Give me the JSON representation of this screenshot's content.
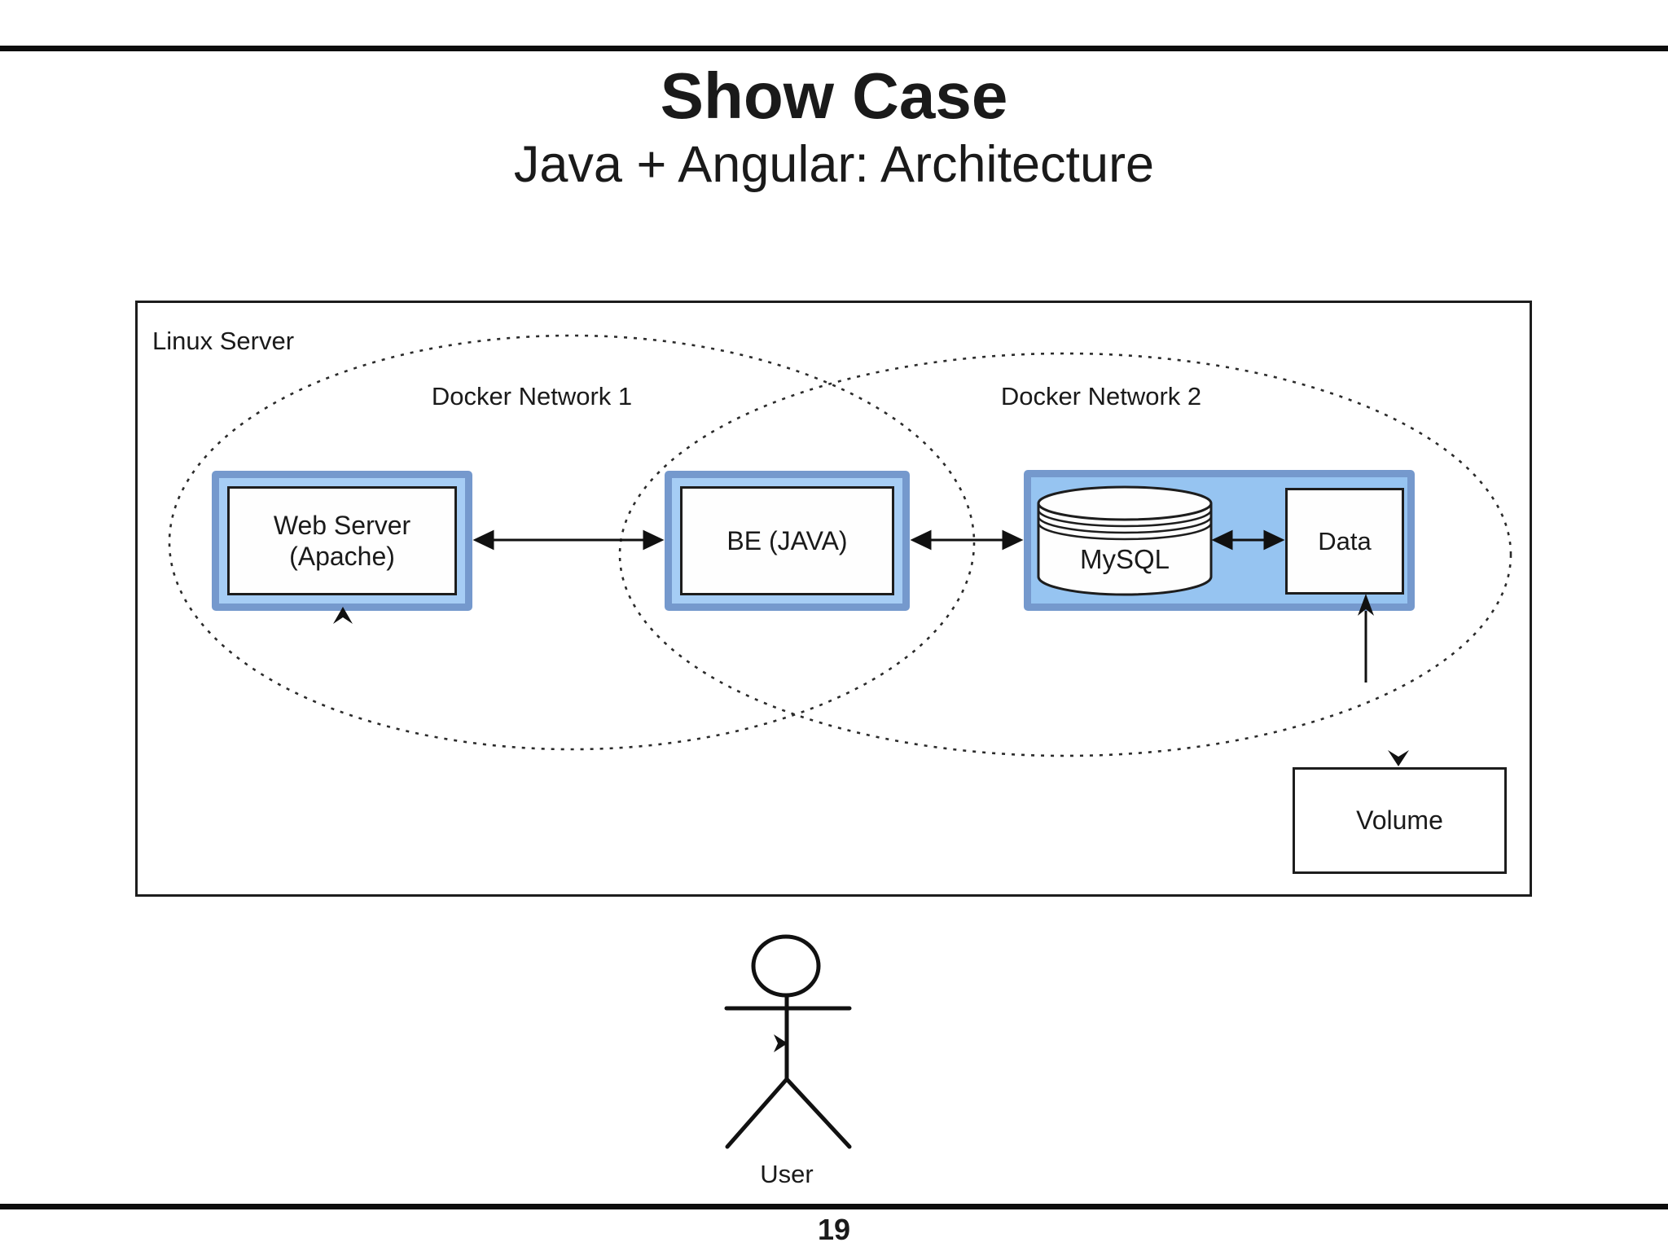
{
  "slide": {
    "title": "Show Case",
    "subtitle": "Java + Angular: Architecture",
    "page_number": "19"
  },
  "diagram": {
    "frame_label": "Linux Server",
    "network1_label": "Docker Network 1",
    "network2_label": "Docker Network 2",
    "web_server": {
      "lines": [
        "Web Server",
        "(Apache)"
      ]
    },
    "backend_label": "BE (JAVA)",
    "mysql_label": "MySQL",
    "data_label": "Data",
    "volume_label": "Volume",
    "user_label": "User",
    "colors": {
      "node_border_blue": "#7599cd",
      "node_band_blue": "#a6cdf5",
      "container_fill_blue": "#96c4f1",
      "line_black": "#1a1a1a"
    }
  }
}
